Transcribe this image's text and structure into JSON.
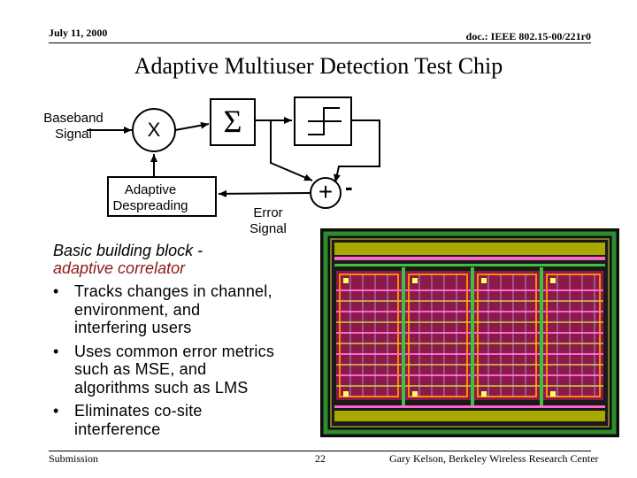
{
  "header": {
    "date": "July 11, 2000",
    "doc": "doc.: IEEE 802.15-00/221r0"
  },
  "title": "Adaptive Multiuser Detection Test Chip",
  "diagram": {
    "input_label_1": "Baseband",
    "input_label_2": "Signal",
    "multiplier_symbol": "X",
    "sum_symbol": "Σ",
    "despreading_label_1": "Adaptive",
    "despreading_label_2": "Despreading",
    "adder_symbol": "+",
    "minus_symbol": "-",
    "error_label_1": "Error",
    "error_label_2": "Signal"
  },
  "content": {
    "subtitle_1": "Basic building block -",
    "subtitle_2": "adaptive correlator",
    "bullets": [
      {
        "l1": "Tracks changes in channel,",
        "l2": "environment, and",
        "l3": "interfering users"
      },
      {
        "l1": "Uses common error metrics",
        "l2": "such as MSE, and",
        "l3": "algorithms such as LMS"
      },
      {
        "l1": "Eliminates co-site",
        "l2": "interference"
      }
    ]
  },
  "footer": {
    "left": "Submission",
    "page": "22",
    "right": "Gary Kelson, Berkeley Wireless Research Center"
  },
  "colors": {
    "subtitle_accent": "#8b1a1a",
    "chip_background": "#0d0d0d"
  }
}
